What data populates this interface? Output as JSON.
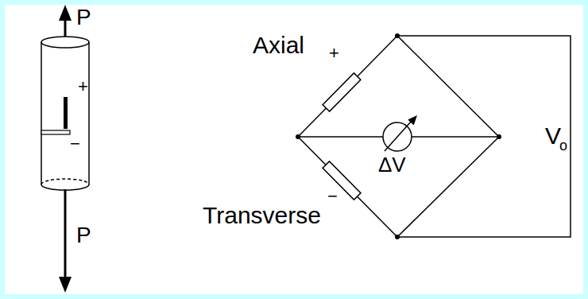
{
  "diagram": {
    "labels": [
      "P",
      "+",
      "−",
      "P",
      "Axial",
      "+",
      "ΔV",
      "−",
      "Transverse",
      "V",
      "o"
    ]
  }
}
